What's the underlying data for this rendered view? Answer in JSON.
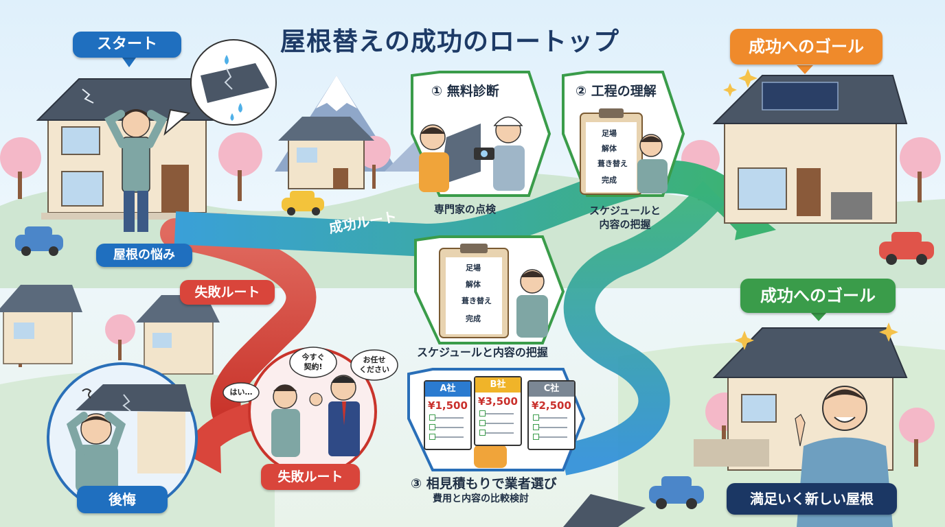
{
  "title": "屋根替えの成功のロートップ",
  "start": {
    "badge": "スタート",
    "label": "屋根の悩み"
  },
  "goal_top": {
    "badge": "成功へのゴール"
  },
  "goal_bottom": {
    "badge": "成功へのゴール",
    "label": "満足いく新しい屋根"
  },
  "routes": {
    "success": "成功ルート",
    "failure_top": "失敗ルート",
    "failure_bottom": "失敗ルート"
  },
  "steps": [
    {
      "title": "① 無料診断",
      "caption": "専門家の点検"
    },
    {
      "title": "② 工程の理解",
      "caption_line1": "スケジュールと",
      "caption_line2": "内容の把握"
    },
    {
      "caption": "スケジュールと内容の把握"
    },
    {
      "title": "③ 相見積もりで業者選び",
      "caption": "費用と内容の比較検討"
    }
  ],
  "checklist": [
    "足場",
    "解体",
    "葺き替え",
    "完成"
  ],
  "quotes": [
    {
      "company": "A社",
      "price": "¥1,500",
      "color": "#2b7bd0"
    },
    {
      "company": "B社",
      "price": "¥3,500",
      "color": "#f0b429"
    },
    {
      "company": "C社",
      "price": "¥2,500",
      "color": "#7b8794"
    }
  ],
  "failure_scene": {
    "bubble_salesman": "今すぐ\n契約!",
    "bubble_salesman2": "お任せ\nください",
    "bubble_customer": "はい…"
  },
  "regret": {
    "label": "後悔"
  },
  "colors": {
    "title": "#1d3a66",
    "start_badge": "#1f6fbf",
    "goal_top_badge": "#ef8a2b",
    "goal_bottom_badge": "#3a9c4a",
    "failure": "#d9453b",
    "navy": "#1b3764",
    "success_path_start": "#3aa0d8",
    "success_path_end": "#3cb371"
  }
}
